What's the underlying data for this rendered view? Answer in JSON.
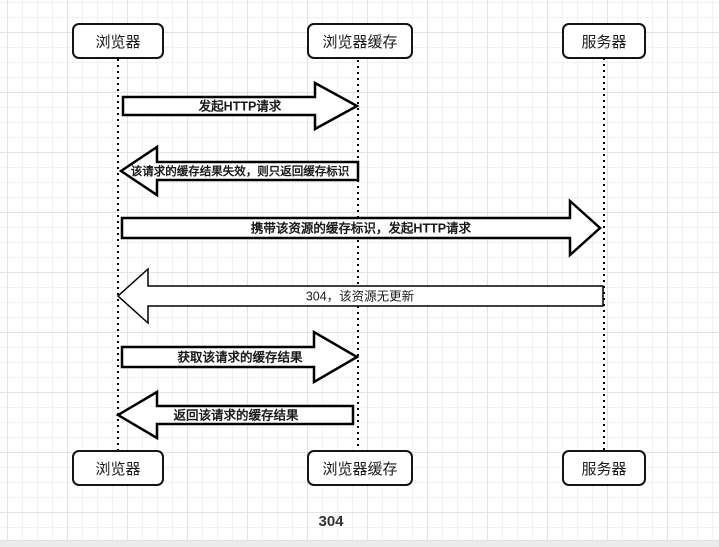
{
  "footer_label": "304",
  "actors": [
    {
      "id": "browser",
      "name": "浏览器"
    },
    {
      "id": "browser-cache",
      "name": "浏览器缓存"
    },
    {
      "id": "server",
      "name": "服务器"
    }
  ],
  "messages": [
    {
      "from": "浏览器",
      "to": "浏览器缓存",
      "direction": "right",
      "label": "发起HTTP请求"
    },
    {
      "from": "浏览器缓存",
      "to": "浏览器",
      "direction": "left",
      "label": "该请求的缓存结果失效，则只返回缓存标识"
    },
    {
      "from": "浏览器",
      "to": "服务器",
      "direction": "right",
      "label": "携带该资源的缓存标识，发起HTTP请求"
    },
    {
      "from": "服务器",
      "to": "浏览器",
      "direction": "left",
      "label": "304，该资源无更新"
    },
    {
      "from": "浏览器",
      "to": "浏览器缓存",
      "direction": "right",
      "label": "获取该请求的缓存结果"
    },
    {
      "from": "浏览器缓存",
      "to": "浏览器",
      "direction": "left",
      "label": "返回该请求的缓存结果"
    }
  ],
  "colors": {
    "shape_stroke": "#000000",
    "shape_fill": "#ffffff",
    "text": "#1a1a1a",
    "grid_minor": "#f1f1f1",
    "grid_major": "#e3e3e3"
  }
}
